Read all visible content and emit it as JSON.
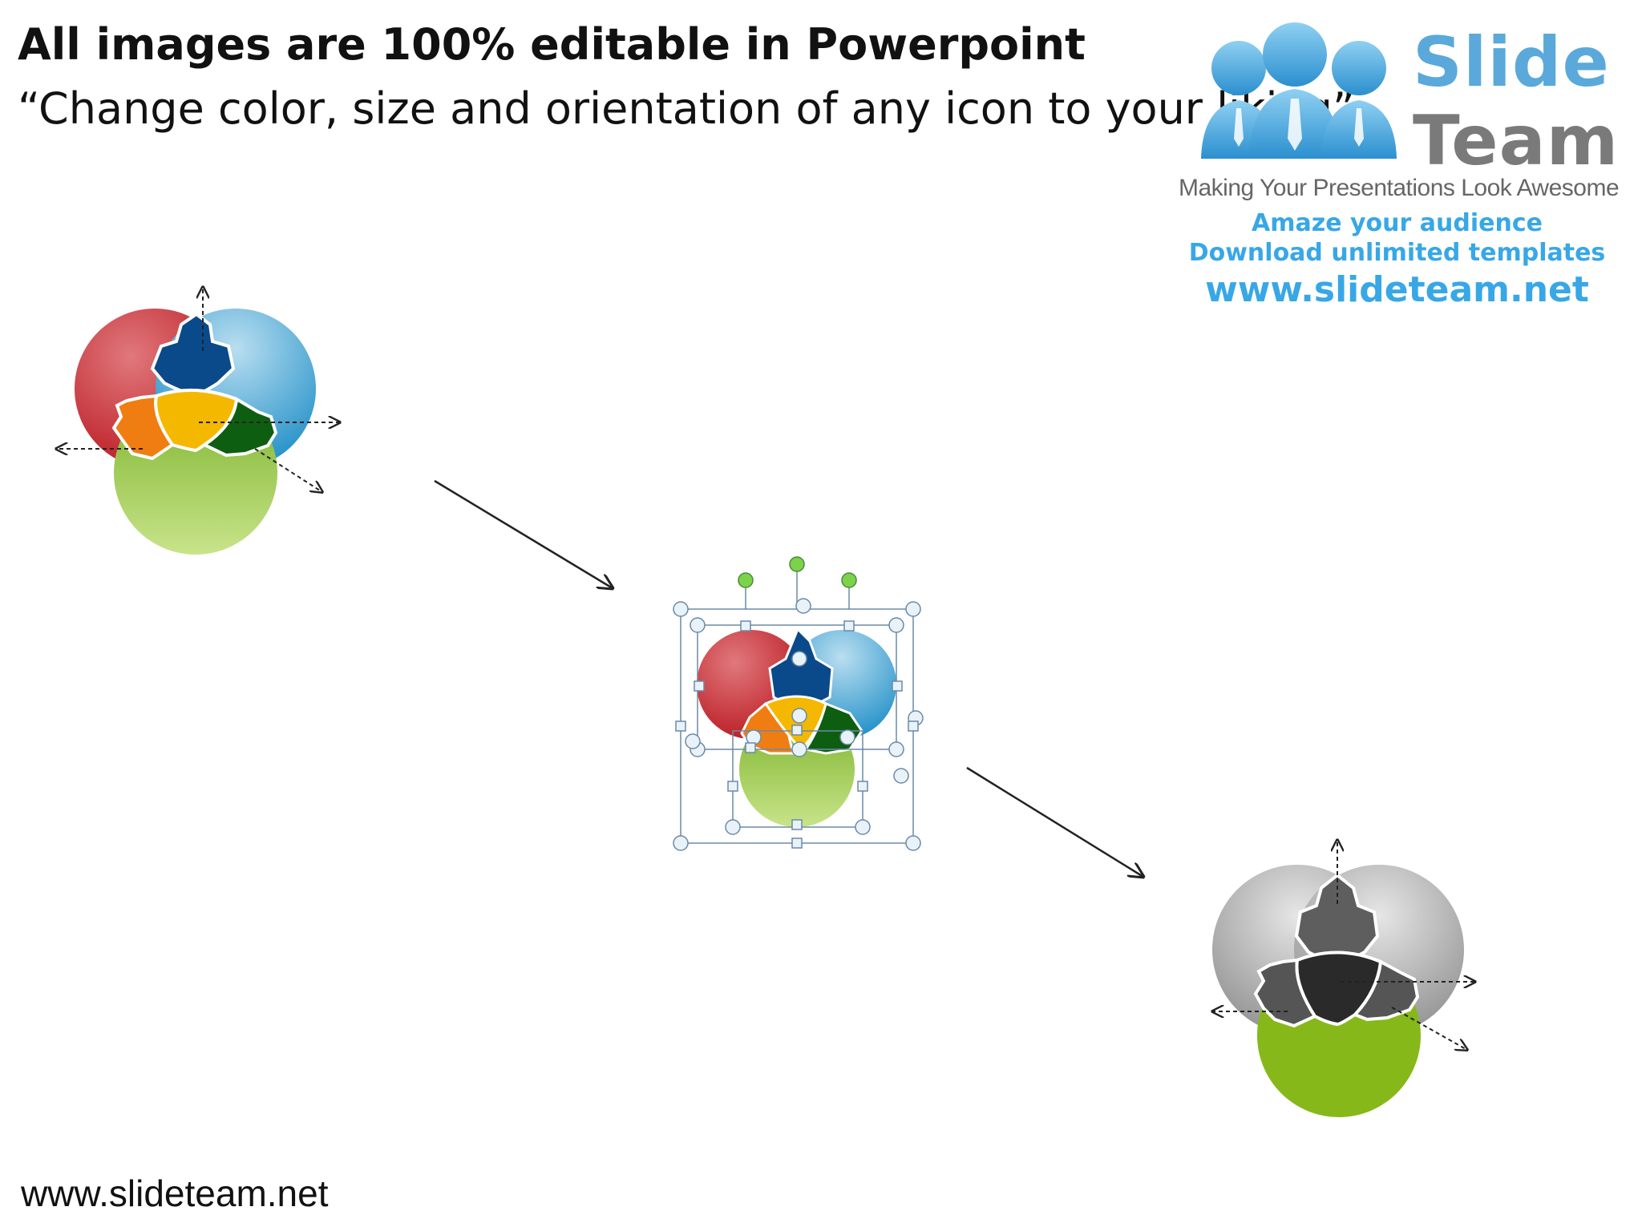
{
  "header": {
    "title": "All images are 100% editable in Powerpoint",
    "subtitle": "“Change color, size and orientation of any icon to your liking”"
  },
  "logo": {
    "brand_word1": "Slide",
    "brand_word2": "Team",
    "tagline": "Making Your Presentations Look Awesome",
    "line1": "Amaze your audience",
    "line2": "Download unlimited templates",
    "line3": "www.slideteam.net"
  },
  "footer": {
    "url": "www.slideteam.net"
  },
  "colors": {
    "red": "#c8262e",
    "blue": "#2f9fd4",
    "green": "#8cc12a",
    "navy": "#0a4a8a",
    "orange": "#f07d12",
    "yellow": "#f5b800",
    "darkgreen": "#0e5e12",
    "gray_light": "#b5b5b5",
    "gray_mid": "#6a6a6a",
    "gray_dark": "#2a2a2a",
    "logo_blue": "#5aa9da"
  }
}
